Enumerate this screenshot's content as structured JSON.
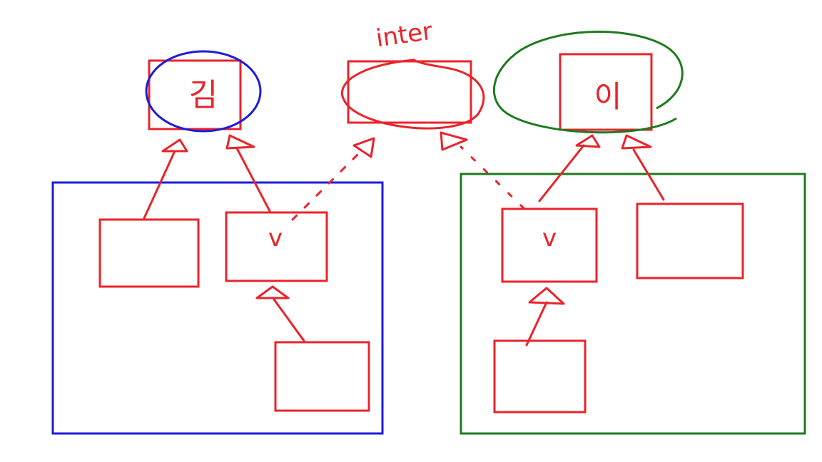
{
  "colors": {
    "red": "#e8242b",
    "blue": "#1c1cd8",
    "green": "#1e7a1e",
    "background": "#ffffff"
  },
  "labels": {
    "left_top": "김",
    "middle_top": "inter",
    "right_top": "이",
    "left_checkmark": "v",
    "right_checkmark": "v"
  }
}
